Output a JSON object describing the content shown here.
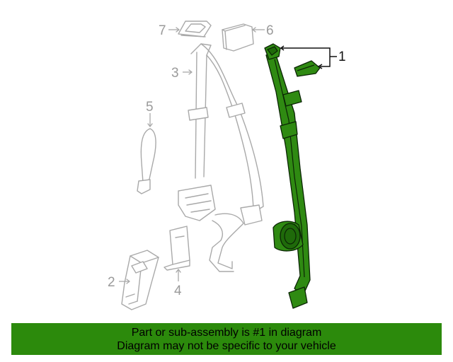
{
  "callouts": {
    "c1": "1",
    "c2": "2",
    "c3": "3",
    "c4": "4",
    "c5": "5",
    "c6": "6",
    "c7": "7"
  },
  "highlight_color": "#2c8a0c",
  "banner": {
    "line1": "Part or sub-assembly is #1 in diagram",
    "line2": "Diagram may not be specific to your vehicle"
  }
}
